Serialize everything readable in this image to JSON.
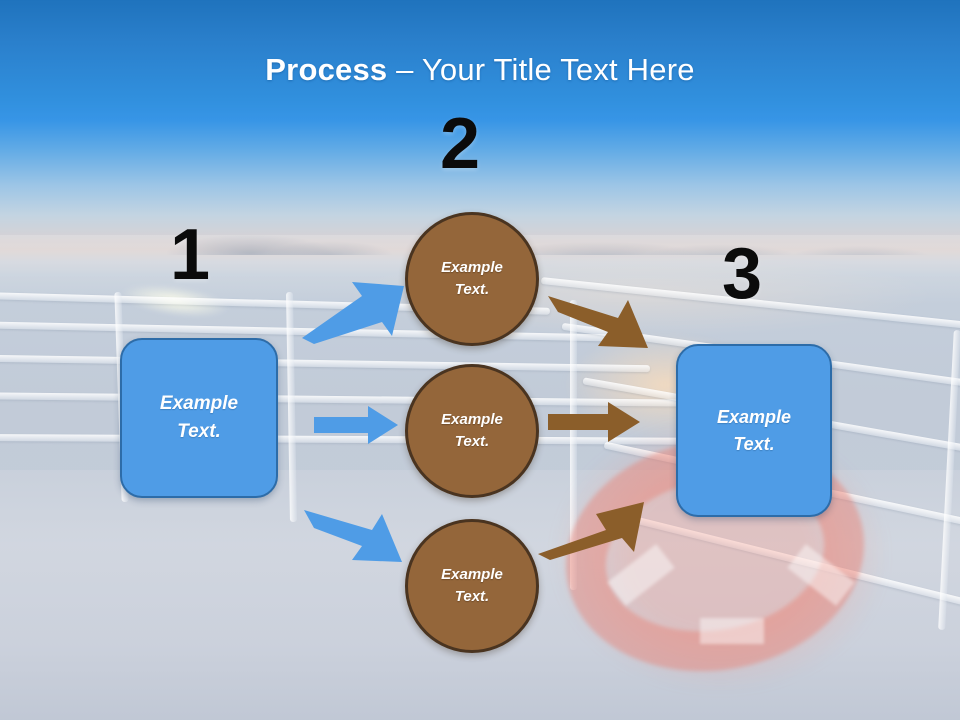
{
  "slide": {
    "title": {
      "bold_part": "Process",
      "separator": " – ",
      "regular_part": "Your Title Text Here",
      "full": "Process – Your Title Text Here"
    },
    "background": {
      "description": "cruise ship deck railing at dusk with ocean, mountains and orange life preserver",
      "sky_top_color": "#1f73bd",
      "sky_mid_color": "#3795e6",
      "horizon_color": "#d7d2d4",
      "deck_color": "#c4cedb",
      "life_ring_color": "#ec7869"
    },
    "colors": {
      "box_fill": "#4f9ce6",
      "box_border": "#2d6ca8",
      "circle_fill": "#94663a",
      "circle_border": "#4a3420",
      "arrow_blue": "#4f9ce6",
      "arrow_brown": "#8b5e2a",
      "title_text": "#ffffff",
      "step_number_text": "#0b0b0b"
    }
  },
  "steps": [
    {
      "number": "1",
      "name": "stage-one"
    },
    {
      "number": "2",
      "name": "stage-two"
    },
    {
      "number": "3",
      "name": "stage-three"
    }
  ],
  "shapes": {
    "box_left": {
      "line1": "Example",
      "line2": "Text."
    },
    "box_right": {
      "line1": "Example",
      "line2": "Text."
    },
    "circle_top": {
      "line1": "Example",
      "line2": "Text."
    },
    "circle_mid": {
      "line1": "Example",
      "line2": "Text."
    },
    "circle_bottom": {
      "line1": "Example",
      "line2": "Text."
    }
  },
  "arrows": [
    {
      "id": "blue-up",
      "color": "#4f9ce6",
      "direction": "up-right",
      "from": "box-left",
      "to": "circle-top"
    },
    {
      "id": "blue-right",
      "color": "#4f9ce6",
      "direction": "right",
      "from": "box-left",
      "to": "circle-mid"
    },
    {
      "id": "blue-down",
      "color": "#4f9ce6",
      "direction": "down-right",
      "from": "box-left",
      "to": "circle-bottom"
    },
    {
      "id": "brown-down",
      "color": "#8b5e2a",
      "direction": "down-right",
      "from": "circle-top",
      "to": "box-right"
    },
    {
      "id": "brown-right",
      "color": "#8b5e2a",
      "direction": "right",
      "from": "circle-mid",
      "to": "box-right"
    },
    {
      "id": "brown-up",
      "color": "#8b5e2a",
      "direction": "up-right",
      "from": "circle-bottom",
      "to": "box-right"
    }
  ]
}
